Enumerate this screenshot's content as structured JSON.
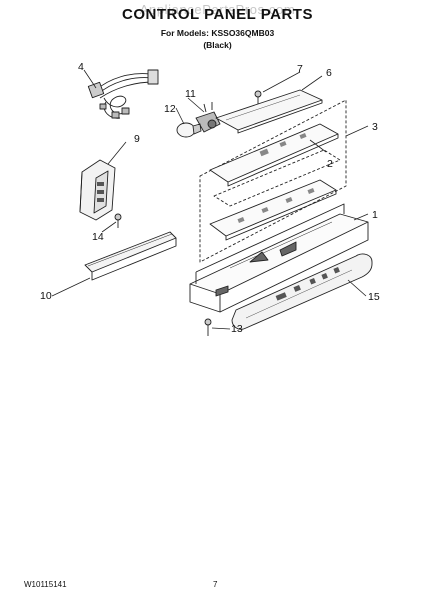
{
  "header": {
    "watermark": "AppliancePartsPros.com",
    "title": "CONTROL PANEL PARTS",
    "models": "For Models: KSSO36QMB03",
    "variant": "(Black)"
  },
  "callouts": [
    "1",
    "2",
    "3",
    "4",
    "6",
    "7",
    "9",
    "10",
    "11",
    "12",
    "13",
    "14",
    "15"
  ],
  "footer": {
    "part_number": "W10115141",
    "page_number": "7"
  }
}
